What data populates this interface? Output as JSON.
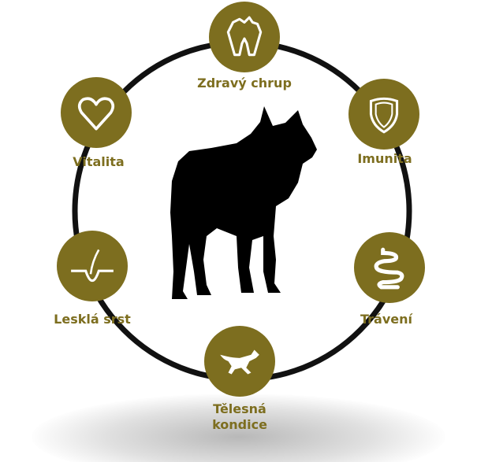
{
  "accent_color": "#7d6e1f",
  "benefits": [
    {
      "id": "teeth",
      "label": "Zdravý chrup",
      "icon": "tooth-icon"
    },
    {
      "id": "immunity",
      "label": "Imunita",
      "icon": "shield-icon"
    },
    {
      "id": "digestion",
      "label": "Trávení",
      "icon": "intestine-icon"
    },
    {
      "id": "condition",
      "label": "Tělesná kondice",
      "label_line1": "Tělesná",
      "label_line2": "kondice",
      "icon": "running-dog-icon"
    },
    {
      "id": "coat",
      "label": "Lesklá srst",
      "icon": "hair-follicle-icon"
    },
    {
      "id": "vitality",
      "label": "Vitalita",
      "icon": "heart-icon"
    }
  ]
}
